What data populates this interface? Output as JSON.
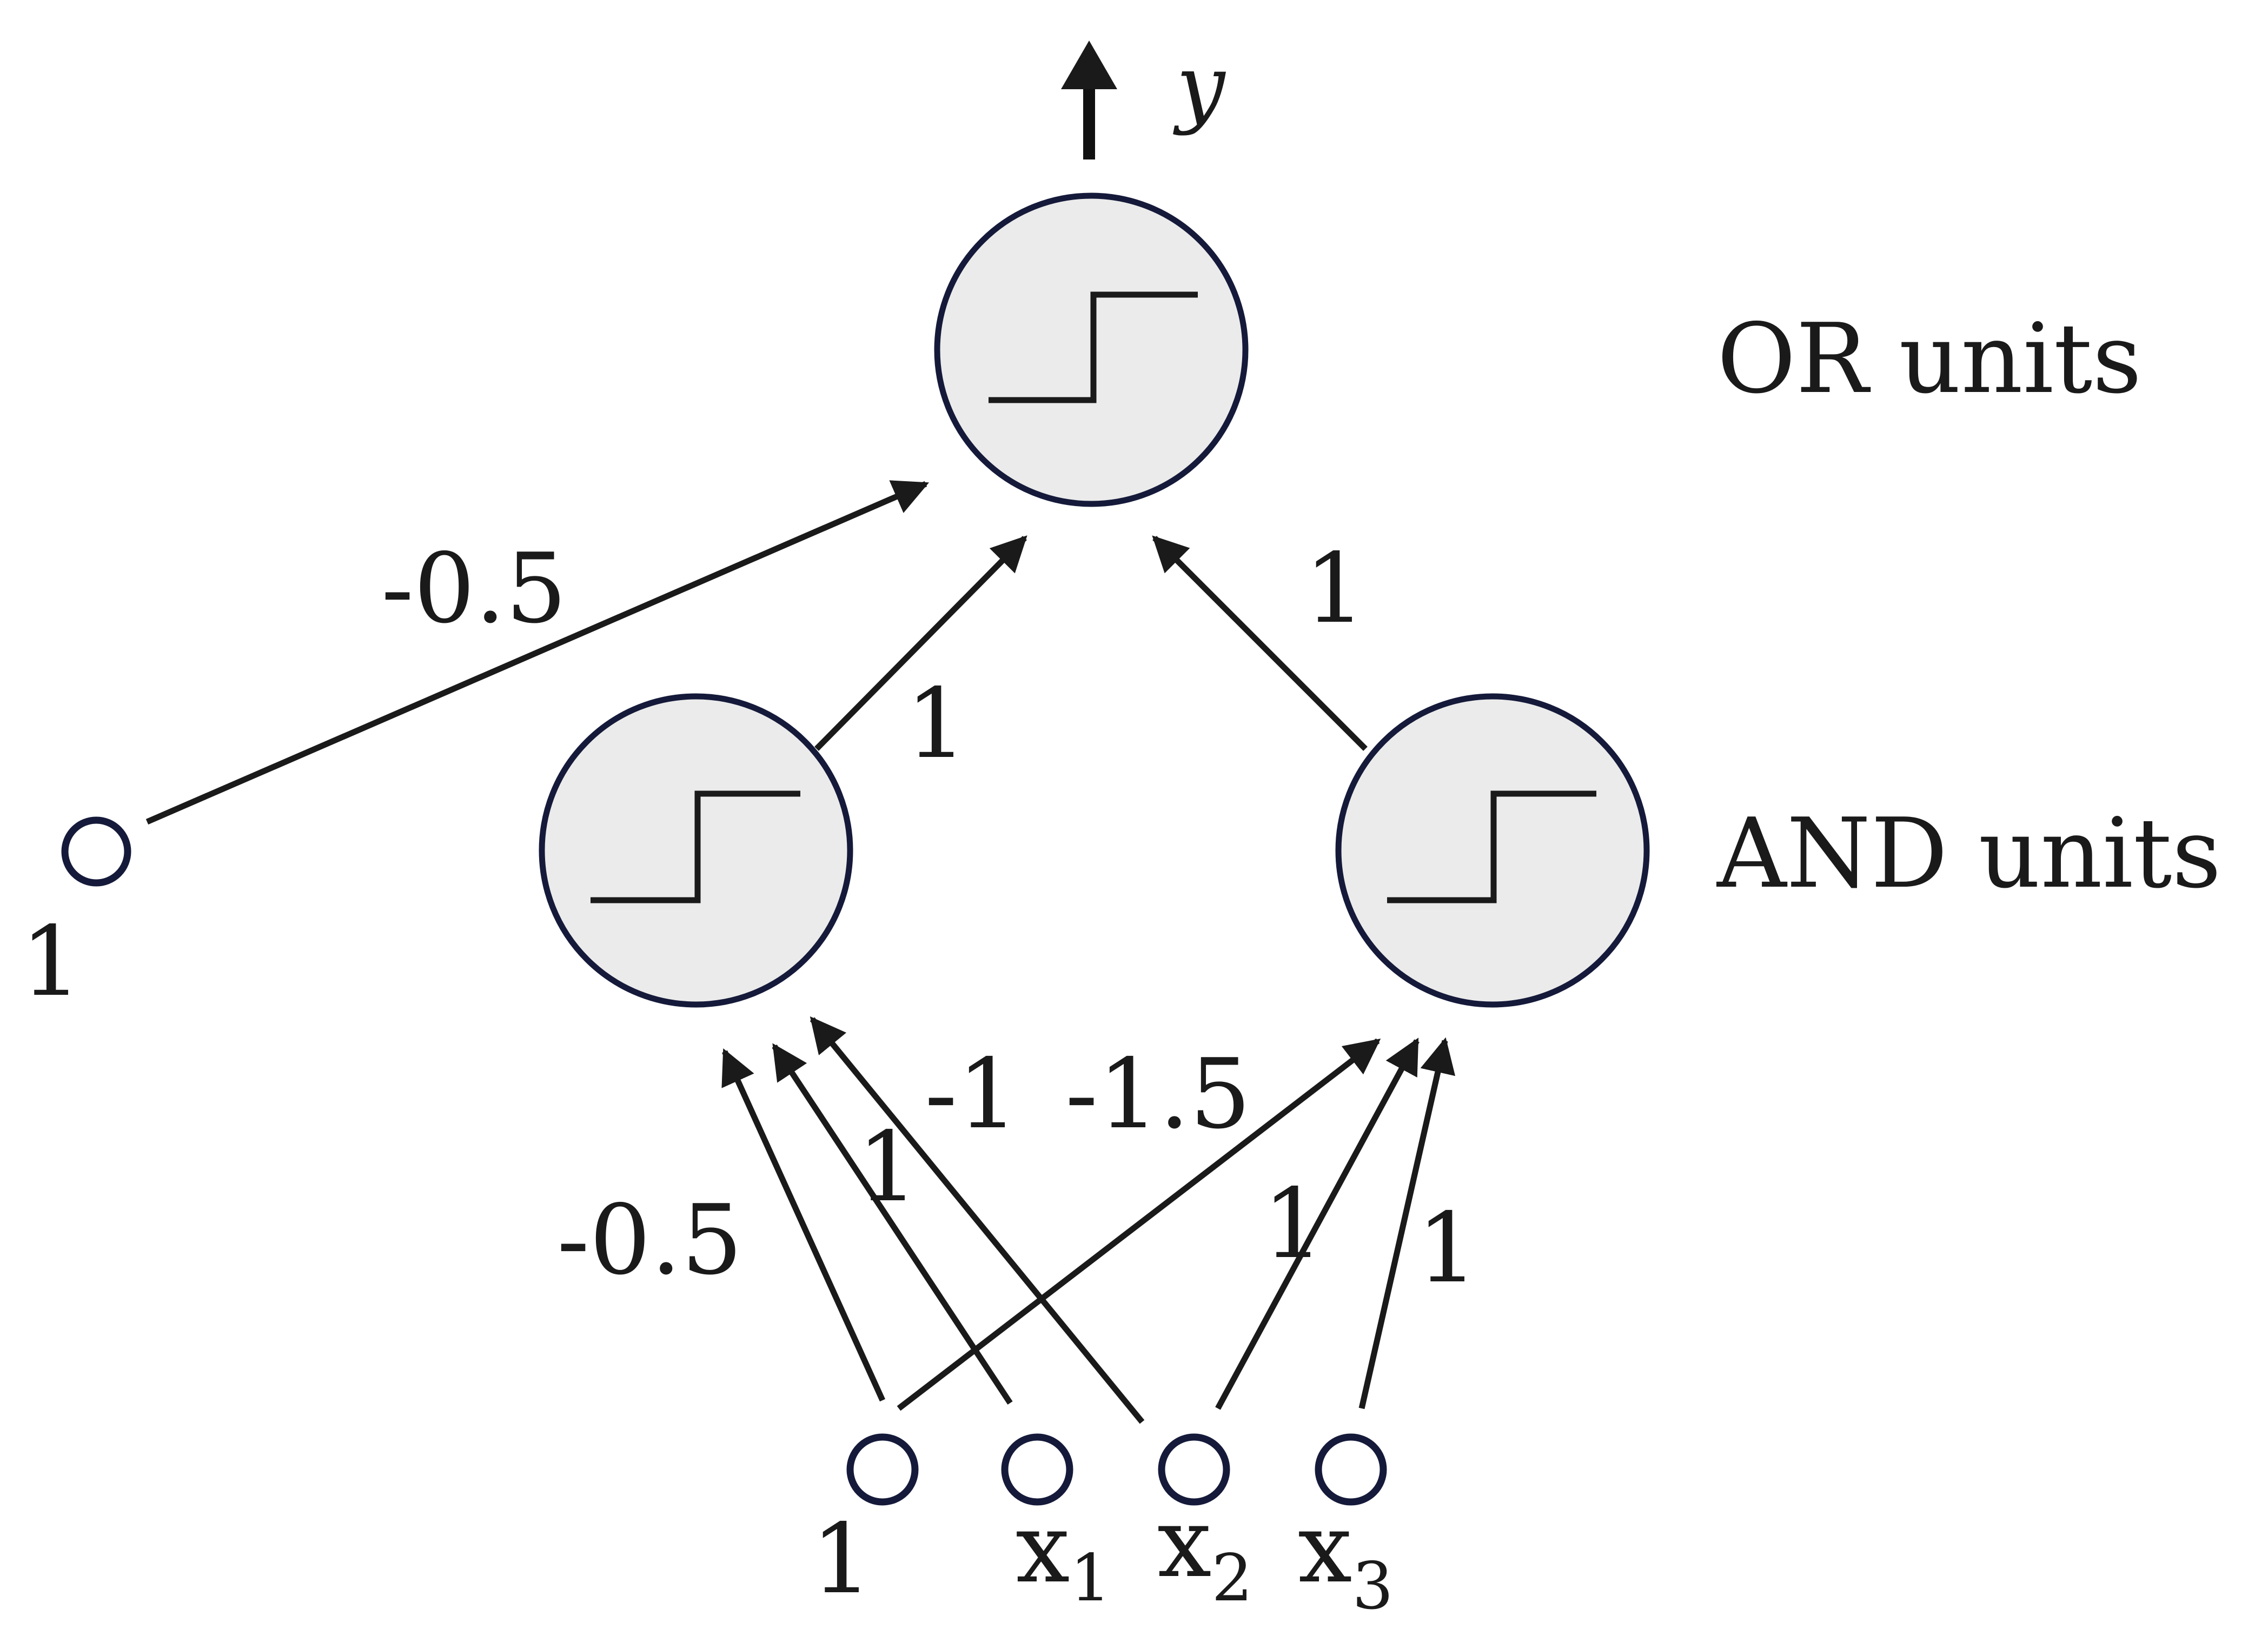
{
  "output_label": "y",
  "layer_labels": {
    "or": "OR units",
    "and": "AND units"
  },
  "bias_labels": {
    "or_bias": "1",
    "input_bias": "1"
  },
  "inputs": {
    "x1": {
      "base": "x",
      "sub": "1"
    },
    "x2": {
      "base": "x",
      "sub": "2"
    },
    "x3": {
      "base": "x",
      "sub": "3"
    }
  },
  "weights": {
    "or_bias_to_or": "-0.5",
    "and1_to_or": "1",
    "and2_to_or": "1",
    "bias_to_and1": "-0.5",
    "x1_to_and1": "1",
    "x2_to_and1": "-1",
    "bias_to_and2": "-1.5",
    "x2_to_and2": "1",
    "x3_to_and2": "1"
  },
  "icons": {
    "activation": "step-function-icon",
    "output": "output-arrow-icon"
  }
}
